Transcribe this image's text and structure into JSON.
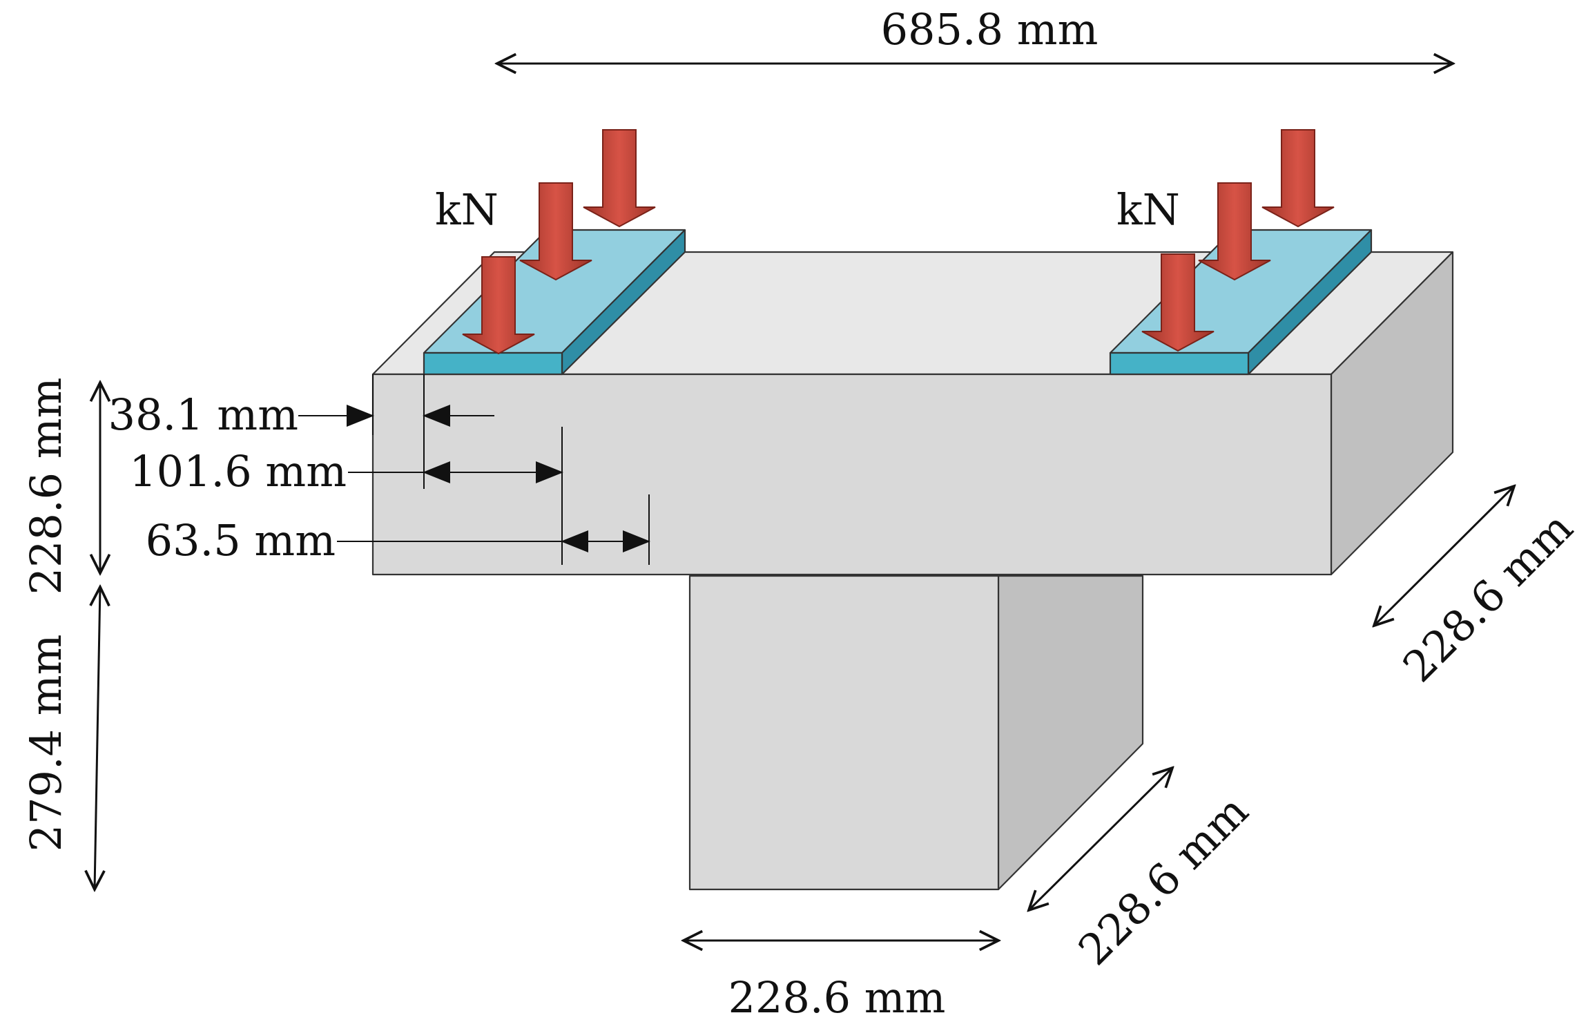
{
  "colors": {
    "concrete_front": "#d9d9d9",
    "concrete_top": "#e8e8e8",
    "concrete_side": "#c0c0c0",
    "plate_top": "#92cfdf",
    "plate_front": "#45b2c7",
    "plate_side": "#2f8ea6",
    "load_arrow": "#c9483c",
    "load_arrow_dark": "#8e2c23",
    "line": "#111111"
  },
  "labels": {
    "top_width": "685.8 mm",
    "edge_offset": "38.1 mm",
    "plate_width": "101.6 mm",
    "plate_gap": "63.5 mm",
    "flange_height": "228.6 mm",
    "column_height": "279.4 mm",
    "flange_depth": "228.6 mm",
    "column_depth": "228.6 mm",
    "column_width": "228.6 mm"
  },
  "loads": {
    "left_unit": "kN",
    "right_unit": "kN"
  },
  "icons": {
    "load": "down-arrow-icon",
    "dimension": "double-headed-arrow-icon"
  }
}
